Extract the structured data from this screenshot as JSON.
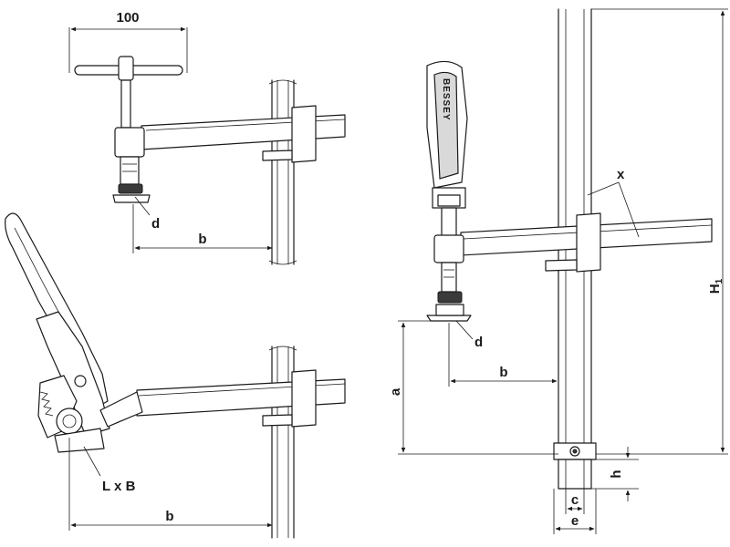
{
  "labels": {
    "dim_100": "100",
    "b_top": "b",
    "b_bottom": "b",
    "b_right": "b",
    "d_top": "d",
    "d_right": "d",
    "x": "x",
    "a": "a",
    "h1": "H",
    "h1_sub": "1",
    "h": "h",
    "c": "c",
    "e": "e",
    "lxb": "L x B",
    "brand": "BESSEY"
  }
}
